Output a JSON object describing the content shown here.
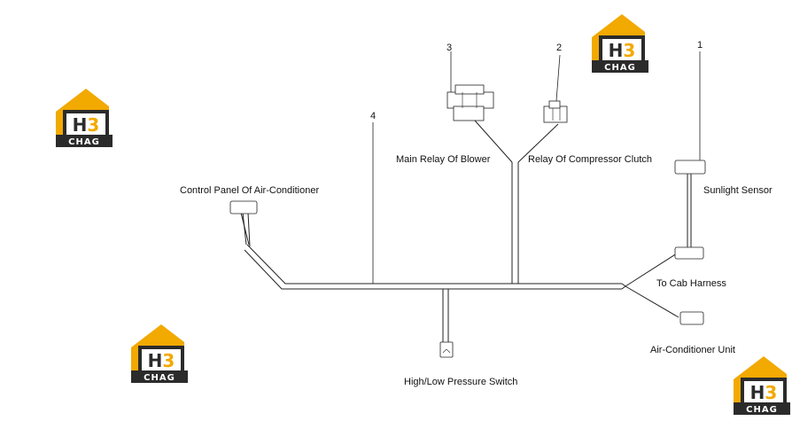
{
  "callouts": [
    "1",
    "2",
    "3",
    "4"
  ],
  "labels": {
    "main_relay": "Main Relay Of Blower",
    "compressor_relay": "Relay Of Compressor Clutch",
    "control_panel": "Control Panel Of Air-Conditioner",
    "sunlight_sensor": "Sunlight Sensor",
    "cab_harness": "To Cab Harness",
    "ac_unit": "Air-Conditioner Unit",
    "pressure_switch": "High/Low Pressure Switch"
  },
  "watermark": {
    "mark": "H3",
    "word": "CHAG",
    "colors": {
      "orange": "#F2A900",
      "dark": "#2B2B2B",
      "white": "#FFFFFF"
    }
  }
}
